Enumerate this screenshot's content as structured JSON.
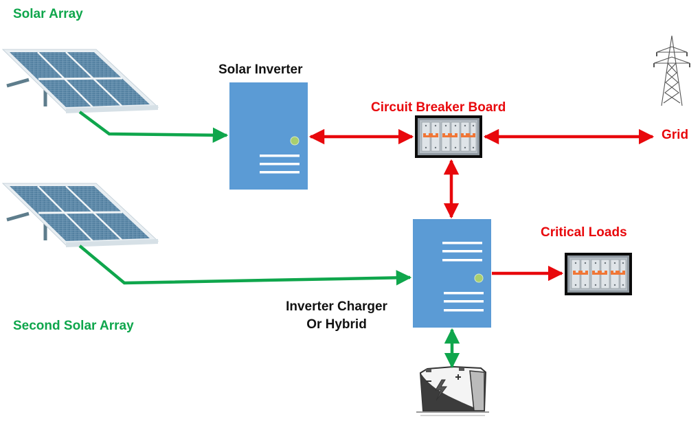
{
  "diagram": {
    "title": "Solar system with inverter charger / hybrid",
    "labels": {
      "solar_array": "Solar Array",
      "second_solar_array": "Second Solar Array",
      "solar_inverter": "Solar Inverter",
      "circuit_breaker_board": "Circuit Breaker Board",
      "grid": "Grid",
      "critical_loads": "Critical Loads",
      "inverter_charger_line1": "Inverter Charger",
      "inverter_charger_line2": "Or Hybrid"
    },
    "icons": {
      "solar_panel_1": "solar-panel-icon",
      "solar_panel_2": "solar-panel-icon",
      "power_tower": "transmission-tower-icon",
      "breaker_board": "breaker-panel-icon",
      "critical_loads_panel": "breaker-panel-icon",
      "battery": "battery-icon"
    },
    "connections": [
      {
        "from": "Solar Array",
        "to": "Solar Inverter",
        "type": "DC",
        "direction": "one-way",
        "color": "#0fa64c"
      },
      {
        "from": "Solar Inverter",
        "to": "Circuit Breaker Board",
        "type": "AC",
        "direction": "two-way",
        "color": "#e8080c"
      },
      {
        "from": "Circuit Breaker Board",
        "to": "Grid",
        "type": "AC",
        "direction": "two-way",
        "color": "#e8080c"
      },
      {
        "from": "Circuit Breaker Board",
        "to": "Inverter Charger Or Hybrid",
        "type": "AC",
        "direction": "two-way",
        "color": "#e8080c"
      },
      {
        "from": "Second Solar Array",
        "to": "Inverter Charger Or Hybrid",
        "type": "DC",
        "direction": "one-way",
        "color": "#0fa64c"
      },
      {
        "from": "Inverter Charger Or Hybrid",
        "to": "Critical Loads",
        "type": "AC",
        "direction": "one-way",
        "color": "#e8080c"
      },
      {
        "from": "Inverter Charger Or Hybrid",
        "to": "Battery",
        "type": "DC",
        "direction": "two-way",
        "color": "#0fa64c"
      }
    ],
    "colors": {
      "dc_line": "#0fa64c",
      "ac_line": "#e8080c",
      "inverter_body": "#5b9bd5",
      "indicator_led": "#a9cf6f"
    }
  }
}
